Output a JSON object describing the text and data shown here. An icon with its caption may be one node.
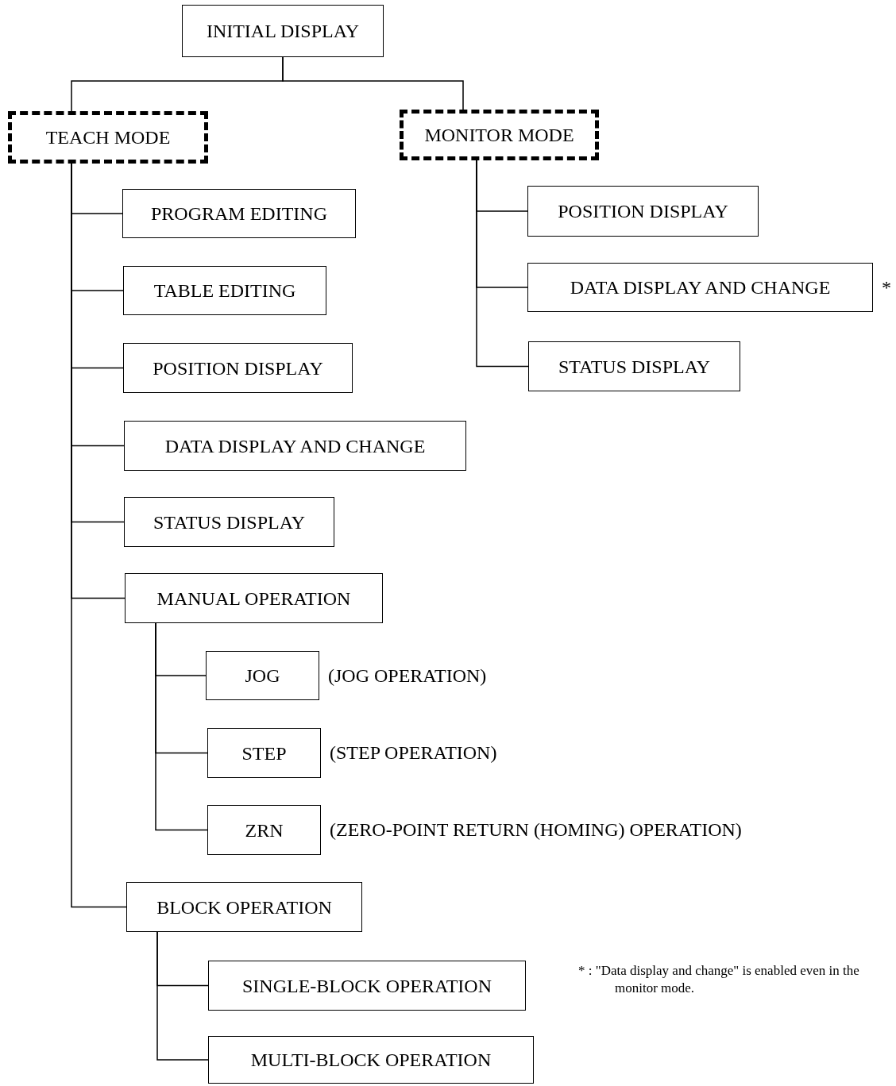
{
  "diagram": {
    "nodes": [
      {
        "text": [
          "INITIAL DISPLAY"
        ]
      },
      {
        "text": [
          "TEACH MODE"
        ]
      },
      {
        "text": [
          "MONITOR MODE"
        ]
      },
      {
        "text": [
          "PROGRAM EDITING"
        ]
      },
      {
        "text": [
          "TABLE EDITING"
        ]
      },
      {
        "text": [
          "POSITION DISPLAY"
        ]
      },
      {
        "text": [
          "DATA DISPLAY AND CHANGE"
        ]
      },
      {
        "text": [
          "STATUS DISPLAY"
        ]
      },
      {
        "text": [
          "MANUAL OPERATION"
        ]
      },
      {
        "text": [
          "JOG"
        ],
        "beside": [
          "(JOG OPERATION)"
        ]
      },
      {
        "text": [
          "STEP"
        ],
        "beside": [
          "(STEP OPERATION)"
        ]
      },
      {
        "text": [
          "ZRN"
        ],
        "beside": [
          "(ZERO-POINT RETURN (HOMING) OPERATION)"
        ]
      },
      {
        "text": [
          "BLOCK OPERATION"
        ]
      },
      {
        "text": [
          "SINGLE-BLOCK OPERATION"
        ]
      },
      {
        "text": [
          "MULTI-BLOCK OPERATION"
        ]
      },
      {
        "text": [
          "POSITION DISPLAY"
        ]
      },
      {
        "text": [
          "DATA DISPLAY AND CHANGE"
        ],
        "beside": [
          "*"
        ]
      },
      {
        "text": [
          "STATUS DISPLAY"
        ]
      }
    ],
    "edges": [
      {
        "from": 0,
        "to": 1,
        "arrow": "none"
      },
      {
        "from": 0,
        "to": 2,
        "arrow": "none"
      },
      {
        "from": 1,
        "to": 3,
        "arrow": "none"
      },
      {
        "from": 1,
        "to": 4,
        "arrow": "none"
      },
      {
        "from": 1,
        "to": 5,
        "arrow": "none"
      },
      {
        "from": 1,
        "to": 6,
        "arrow": "none"
      },
      {
        "from": 1,
        "to": 7,
        "arrow": "none"
      },
      {
        "from": 1,
        "to": 8,
        "arrow": "none"
      },
      {
        "from": 8,
        "to": 9,
        "arrow": "none"
      },
      {
        "from": 8,
        "to": 10,
        "arrow": "none"
      },
      {
        "from": 8,
        "to": 11,
        "arrow": "none"
      },
      {
        "from": 1,
        "to": 12,
        "arrow": "none"
      },
      {
        "from": 12,
        "to": 13,
        "arrow": "none"
      },
      {
        "from": 12,
        "to": 14,
        "arrow": "none"
      },
      {
        "from": 2,
        "to": 15,
        "arrow": "none"
      },
      {
        "from": 2,
        "to": 16,
        "arrow": "none"
      },
      {
        "from": 2,
        "to": 17,
        "arrow": "none"
      }
    ],
    "labels": [
      "* : \"Data display and change\" is enabled even in the monitor mode."
    ]
  }
}
